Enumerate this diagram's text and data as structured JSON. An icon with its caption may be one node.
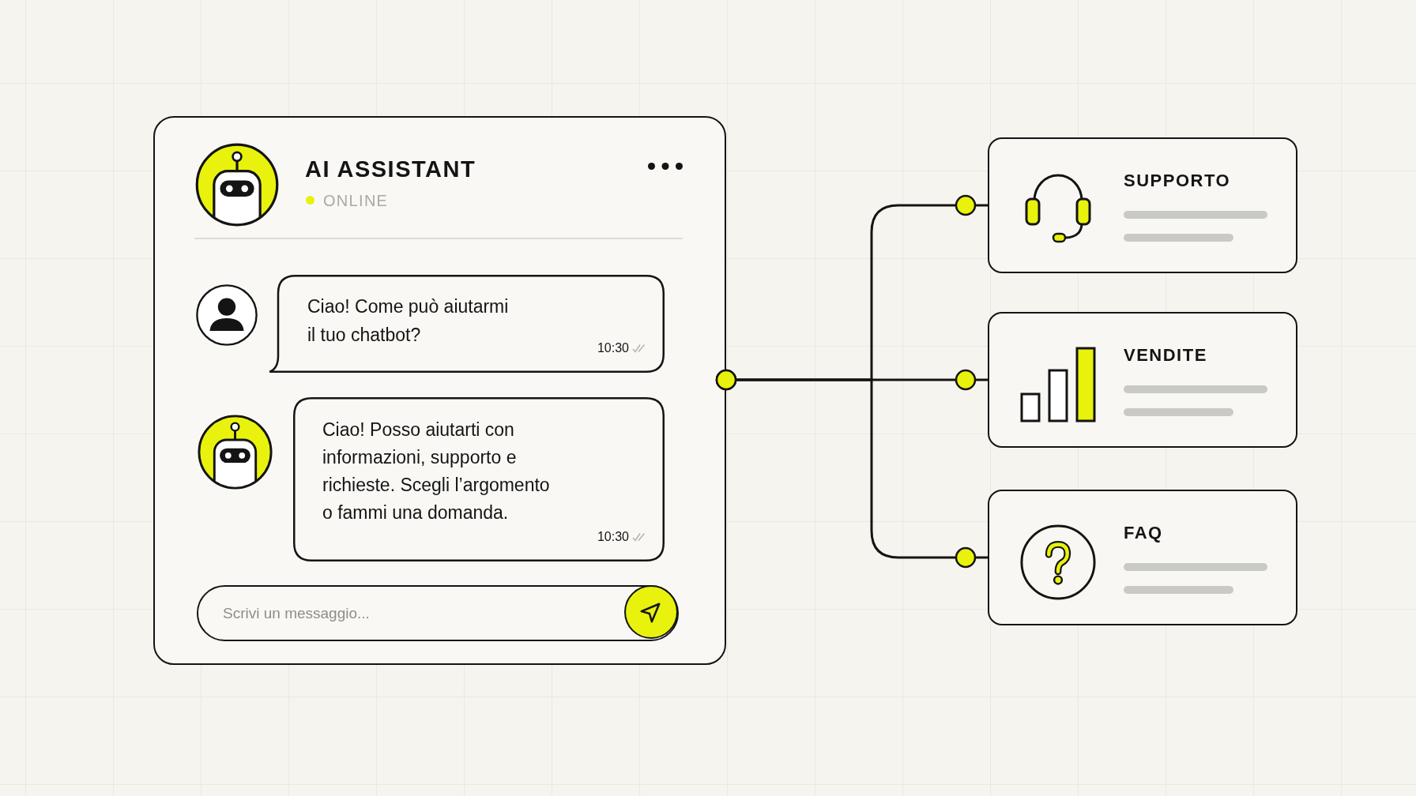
{
  "diagram": {
    "nodes": [
      {
        "text": [
          "AI ASSISTANT",
          "ONLINE"
        ]
      },
      {
        "text": [
          "Ciao! Come può aiutarmi il tuo chatbot?",
          "10:30"
        ],
        "in": 0
      },
      {
        "text": [
          "Ciao! Posso aiutarti con informazioni, supporto e richieste. Scegli l’argomento o fammi una domanda.",
          "10:30"
        ],
        "in": 0
      },
      {
        "text": [
          "Scrivi un messaggio..."
        ],
        "in": 0
      },
      {
        "text": [
          "SUPPORTO"
        ]
      },
      {
        "text": [
          "VENDITE"
        ]
      },
      {
        "text": [
          "FAQ"
        ]
      }
    ],
    "edges": [
      {
        "from": 0,
        "to": 4,
        "arrow": "other"
      },
      {
        "from": 0,
        "to": 5,
        "arrow": "other"
      },
      {
        "from": 0,
        "to": 6,
        "arrow": "other"
      }
    ]
  }
}
